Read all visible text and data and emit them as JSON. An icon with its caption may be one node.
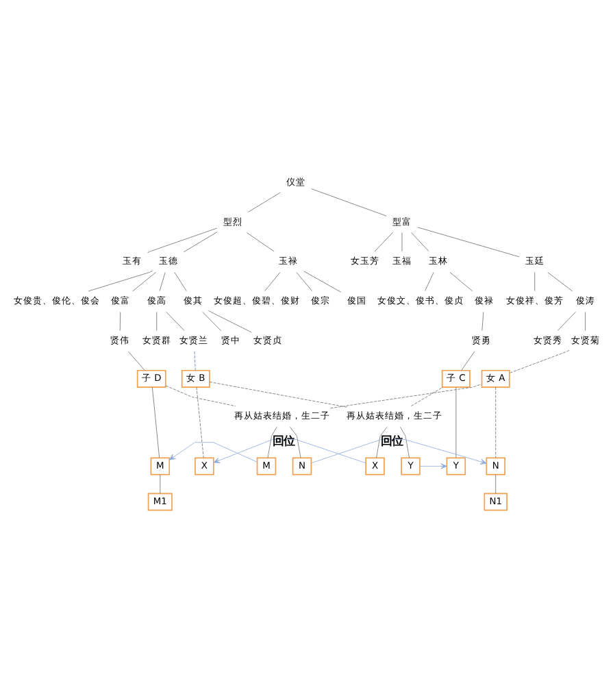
{
  "diagram": {
    "nodes": [
      {
        "text": [
          "仪堂"
        ]
      },
      {
        "text": [
          "型烈"
        ]
      },
      {
        "text": [
          "型富"
        ]
      },
      {
        "text": [
          "玉有"
        ]
      },
      {
        "text": [
          "玉德"
        ]
      },
      {
        "text": [
          "玉禄"
        ]
      },
      {
        "text": [
          "女玉芳"
        ]
      },
      {
        "text": [
          "玉福"
        ]
      },
      {
        "text": [
          "玉林"
        ]
      },
      {
        "text": [
          "玉廷"
        ]
      },
      {
        "text": [
          "女俊贵、俊伦、俊会"
        ]
      },
      {
        "text": [
          "俊富"
        ]
      },
      {
        "text": [
          "俊高"
        ]
      },
      {
        "text": [
          "俊其"
        ]
      },
      {
        "text": [
          "女俊超、俊碧、俊财"
        ]
      },
      {
        "text": [
          "俊宗"
        ]
      },
      {
        "text": [
          "俊国"
        ]
      },
      {
        "text": [
          "女俊文、俊书、俊贞"
        ]
      },
      {
        "text": [
          "俊禄"
        ]
      },
      {
        "text": [
          "女俊祥、俊芳"
        ]
      },
      {
        "text": [
          "俊涛"
        ]
      },
      {
        "text": [
          "贤伟"
        ]
      },
      {
        "text": [
          "女贤群"
        ]
      },
      {
        "text": [
          "女贤兰"
        ]
      },
      {
        "text": [
          "贤中"
        ]
      },
      {
        "text": [
          "女贤贞"
        ]
      },
      {
        "text": [
          "贤勇"
        ]
      },
      {
        "text": [
          "女贤秀"
        ]
      },
      {
        "text": [
          "女贤菊"
        ]
      },
      {
        "text": [
          "子 D"
        ]
      },
      {
        "text": [
          "女 B"
        ]
      },
      {
        "text": [
          "再从姑表结婚，生二子"
        ]
      },
      {
        "text": [
          "子 C"
        ]
      },
      {
        "text": [
          "女 A"
        ]
      },
      {
        "text": [
          "X"
        ]
      },
      {
        "text": [
          "X"
        ]
      },
      {
        "text": [
          "Y"
        ]
      },
      {
        "text": [
          "Y"
        ]
      },
      {
        "text": [
          "再从姑表结婚，生二子"
        ]
      },
      {
        "text": [
          "M"
        ]
      },
      {
        "text": [
          "M"
        ]
      },
      {
        "text": [
          "N"
        ]
      },
      {
        "text": [
          "N"
        ]
      },
      {
        "text": [
          "M1"
        ]
      },
      {
        "text": [
          "N1"
        ]
      }
    ],
    "edges": [
      {
        "from": 0,
        "to": 1,
        "arrow": "none"
      },
      {
        "from": 0,
        "to": 2,
        "arrow": "none"
      },
      {
        "from": 1,
        "to": 3,
        "arrow": "none"
      },
      {
        "from": 1,
        "to": 4,
        "arrow": "none"
      },
      {
        "from": 1,
        "to": 5,
        "arrow": "none"
      },
      {
        "from": 2,
        "to": 6,
        "arrow": "none"
      },
      {
        "from": 2,
        "to": 7,
        "arrow": "none"
      },
      {
        "from": 2,
        "to": 8,
        "arrow": "none"
      },
      {
        "from": 2,
        "to": 9,
        "arrow": "none"
      },
      {
        "from": 4,
        "to": 10,
        "arrow": "none"
      },
      {
        "from": 4,
        "to": 11,
        "arrow": "none"
      },
      {
        "from": 4,
        "to": 12,
        "arrow": "none"
      },
      {
        "from": 4,
        "to": 13,
        "arrow": "none"
      },
      {
        "from": 5,
        "to": 14,
        "arrow": "none"
      },
      {
        "from": 5,
        "to": 15,
        "arrow": "none"
      },
      {
        "from": 5,
        "to": 16,
        "arrow": "none"
      },
      {
        "from": 8,
        "to": 17,
        "arrow": "none"
      },
      {
        "from": 8,
        "to": 18,
        "arrow": "none"
      },
      {
        "from": 9,
        "to": 19,
        "arrow": "none"
      },
      {
        "from": 9,
        "to": 20,
        "arrow": "none"
      },
      {
        "from": 11,
        "to": 21,
        "arrow": "none"
      },
      {
        "from": 12,
        "to": 22,
        "arrow": "none"
      },
      {
        "from": 12,
        "to": 23,
        "arrow": "none"
      },
      {
        "from": 13,
        "to": 24,
        "arrow": "none"
      },
      {
        "from": 13,
        "to": 25,
        "arrow": "none"
      },
      {
        "from": 18,
        "to": 26,
        "arrow": "none"
      },
      {
        "from": 20,
        "to": 27,
        "arrow": "none"
      },
      {
        "from": 20,
        "to": 28,
        "arrow": "none"
      },
      {
        "from": 21,
        "to": 29,
        "arrow": "none"
      },
      {
        "from": 23,
        "to": 30,
        "arrow": "none",
        "style": "dashed",
        "color": "#5b7fbf"
      },
      {
        "from": 26,
        "to": 32,
        "arrow": "none"
      },
      {
        "from": 28,
        "to": 33,
        "arrow": "none",
        "style": "dashed"
      },
      {
        "from": 30,
        "to": 31,
        "arrow": "none",
        "style": "dashed"
      },
      {
        "from": 31,
        "to": 32,
        "arrow": "none",
        "style": "dashed"
      },
      {
        "from": 30,
        "to": 34,
        "arrow": "none",
        "style": "dashed"
      },
      {
        "from": 31,
        "to": 35,
        "arrow": "none"
      },
      {
        "from": 31,
        "to": 36,
        "arrow": "none"
      },
      {
        "from": 32,
        "to": 37,
        "arrow": "none"
      },
      {
        "from": 35,
        "to": 34,
        "arrow": "to",
        "label": "回位",
        "color": "#8eaadb"
      },
      {
        "from": 36,
        "to": 37,
        "arrow": "to",
        "color": "#8eaadb"
      },
      {
        "from": 29,
        "to": 38,
        "arrow": "none",
        "style": "dashed"
      },
      {
        "from": 38,
        "to": 33,
        "arrow": "none",
        "style": "dashed"
      },
      {
        "from": 29,
        "to": 39,
        "arrow": "none"
      },
      {
        "from": 38,
        "to": 40,
        "arrow": "none"
      },
      {
        "from": 38,
        "to": 41,
        "arrow": "none"
      },
      {
        "from": 33,
        "to": 42,
        "arrow": "none",
        "style": "dashed"
      },
      {
        "from": 40,
        "to": 39,
        "arrow": "to",
        "color": "#8eaadb"
      },
      {
        "from": 41,
        "to": 42,
        "arrow": "to",
        "label": "回位",
        "color": "#8eaadb"
      },
      {
        "from": 39,
        "to": 43,
        "arrow": "none"
      },
      {
        "from": 42,
        "to": 44,
        "arrow": "none"
      }
    ]
  }
}
